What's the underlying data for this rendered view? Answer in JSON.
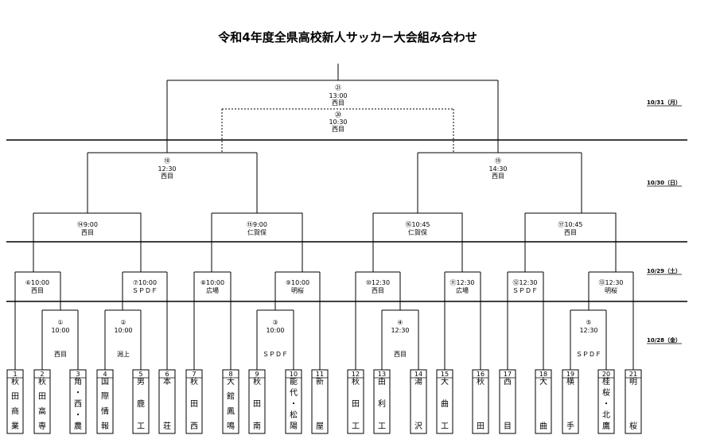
{
  "title": "令和4年度全県高校新人サッカー大会組み合わせ",
  "dates": {
    "d1031": "10/31（月）",
    "d1030": "10/30（日）",
    "d1029": "10/29（土）",
    "d1028": "10/28（金）"
  },
  "teams": [
    {
      "seed": "1",
      "chars": [
        "秋",
        "田",
        "商",
        "業"
      ]
    },
    {
      "seed": "2",
      "chars": [
        "秋",
        "田",
        "高",
        "専"
      ]
    },
    {
      "seed": "3",
      "chars": [
        "角",
        "・",
        "西",
        "・",
        "農"
      ]
    },
    {
      "seed": "4",
      "chars": [
        "国",
        "際",
        "情",
        "報"
      ]
    },
    {
      "seed": "5",
      "chars": [
        "男",
        "鹿",
        "工"
      ]
    },
    {
      "seed": "6",
      "chars": [
        "本",
        "荘"
      ]
    },
    {
      "seed": "7",
      "chars": [
        "秋",
        "田",
        "西"
      ]
    },
    {
      "seed": "8",
      "chars": [
        "大",
        "館",
        "鳳",
        "鳴"
      ]
    },
    {
      "seed": "9",
      "chars": [
        "秋",
        "田",
        "南"
      ]
    },
    {
      "seed": "10",
      "chars": [
        "能",
        "代",
        "・",
        "松",
        "陽"
      ]
    },
    {
      "seed": "11",
      "chars": [
        "新",
        "屋"
      ]
    },
    {
      "seed": "12",
      "chars": [
        "秋",
        "田",
        "工"
      ]
    },
    {
      "seed": "13",
      "chars": [
        "由",
        "利",
        "工"
      ]
    },
    {
      "seed": "14",
      "chars": [
        "湯",
        "沢"
      ]
    },
    {
      "seed": "15",
      "chars": [
        "大",
        "曲",
        "工"
      ]
    },
    {
      "seed": "16",
      "chars": [
        "秋",
        "田"
      ]
    },
    {
      "seed": "17",
      "chars": [
        "西",
        "目"
      ]
    },
    {
      "seed": "18",
      "chars": [
        "大",
        "曲"
      ]
    },
    {
      "seed": "19",
      "chars": [
        "横",
        "手"
      ]
    },
    {
      "seed": "20",
      "chars": [
        "桂",
        "桜",
        "・",
        "北",
        "鷹"
      ]
    },
    {
      "seed": "21",
      "chars": [
        "明",
        "桜"
      ]
    }
  ],
  "matches": {
    "m1": {
      "num": "①",
      "time": "10:00",
      "venue": "西目"
    },
    "m2": {
      "num": "②",
      "time": "10:00",
      "venue": "潟上"
    },
    "m3": {
      "num": "③",
      "time": "10:00",
      "venue": "ＳＰＤＦ"
    },
    "m4": {
      "num": "④",
      "time": "12:30",
      "venue": "西目"
    },
    "m5": {
      "num": "⑤",
      "time": "12:30",
      "venue": "ＳＰＤＦ"
    },
    "m6": {
      "line1": "⑥10:00",
      "line2": "西目"
    },
    "m7": {
      "line1": "⑦10:00",
      "line2": "ＳＰＤＦ"
    },
    "m8": {
      "line1": "⑧10:00",
      "line2": "広場"
    },
    "m9": {
      "line1": "⑨10:00",
      "line2": "明桜"
    },
    "m10": {
      "line1": "⑩12:30",
      "line2": "西目"
    },
    "m11": {
      "line1": "⑪12:30",
      "line2": "広場"
    },
    "m12": {
      "line1": "⑫12:30",
      "line2": "ＳＰＤＦ"
    },
    "m13": {
      "line1": "⑬12:30",
      "line2": "明桜"
    },
    "m14": {
      "line1": "⑭9:00",
      "line2": "西目"
    },
    "m15": {
      "line1": "⑮9:00",
      "line2": "仁賀保"
    },
    "m16": {
      "line1": "⑯10:45",
      "line2": "仁賀保"
    },
    "m17": {
      "line1": "⑰10:45",
      "line2": "西目"
    },
    "m18": {
      "num": "⑱",
      "time": "12:30",
      "venue": "西目"
    },
    "m19": {
      "num": "⑲",
      "time": "14:30",
      "venue": "西目"
    },
    "m20": {
      "num": "⑳",
      "time": "10:30",
      "venue": "西目"
    },
    "m21": {
      "num": "㉑",
      "time": "13:00",
      "venue": "西目"
    }
  }
}
